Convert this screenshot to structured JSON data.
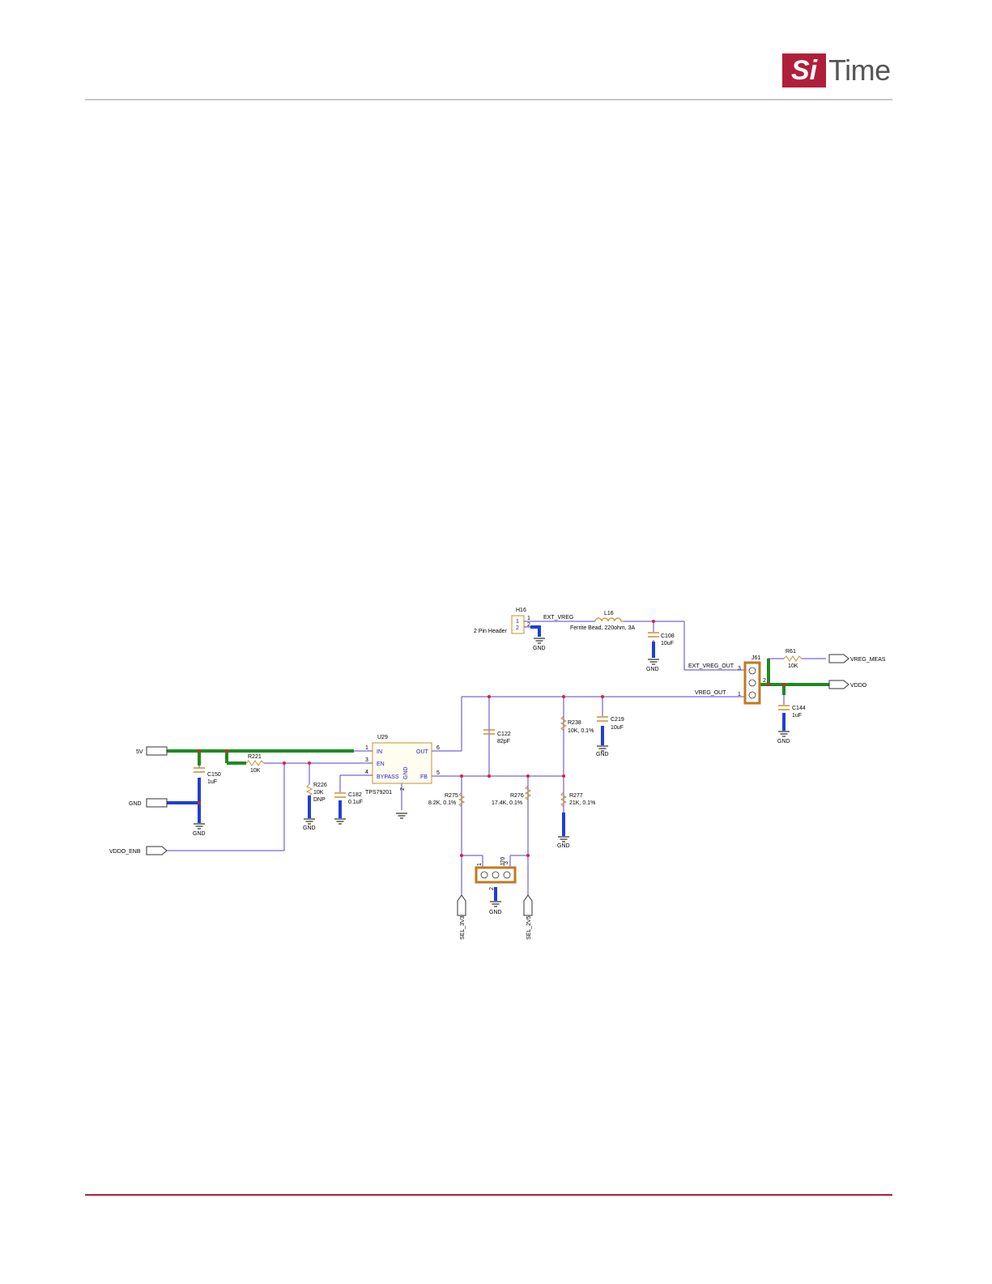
{
  "header": {
    "logo_prefix": "Si",
    "logo_suffix": "Time"
  },
  "schematic": {
    "ports": {
      "p5v": "5V",
      "gnd": "GND",
      "vddo_enb": "VDDO_ENB",
      "vreg_meas": "VREG_MEAS",
      "vddo": "VDDO",
      "sel_3v3": "SEL_3V3",
      "sel_2v5": "SEL_2V5"
    },
    "nets": {
      "ext_vreg": "EXT_VREG",
      "ext_vreg_out": "EXT_VREG_OUT",
      "vreg_out": "VREG_OUT"
    },
    "header_h16": {
      "ref": "H16",
      "value": "2 Pin Header",
      "pin1": "1",
      "pin2": "2",
      "pin_a": "1",
      "pin_b": "2"
    },
    "l16": {
      "ref": "L16",
      "value": "Ferrite Bead, 220ohm, 3A"
    },
    "c108": {
      "ref": "C108",
      "value": "10uF"
    },
    "r61": {
      "ref": "R61",
      "value": "10K"
    },
    "j61": {
      "ref": "J61",
      "pin3": "3",
      "pin2": "2",
      "pin1": "1"
    },
    "c144": {
      "ref": "C144",
      "value": "1uF"
    },
    "u29": {
      "ref": "U29",
      "part": "TPS79201",
      "pin_in": "IN",
      "pin_en": "EN",
      "pin_bypass": "BYPASS",
      "pin_out": "OUT",
      "pin_fb": "FB",
      "pin_gnd": "GND",
      "num_1": "1",
      "num_3": "3",
      "num_4": "4",
      "num_6": "6",
      "num_5": "5",
      "num_2": "2"
    },
    "r221": {
      "ref": "R221",
      "value": "10K"
    },
    "c150": {
      "ref": "C150",
      "value": "1uF"
    },
    "r226": {
      "ref": "R226",
      "value": "10K",
      "note": "DNP"
    },
    "c182": {
      "ref": "C182",
      "value": "0.1uF"
    },
    "c122": {
      "ref": "C122",
      "value": "82pF"
    },
    "r238": {
      "ref": "R238",
      "value": "10K, 0.1%"
    },
    "c219": {
      "ref": "C219",
      "value": "10uF"
    },
    "r275": {
      "ref": "R275",
      "value": "8.2K, 0.1%"
    },
    "r276": {
      "ref": "R276",
      "value": "17.4K, 0.1%"
    },
    "r277": {
      "ref": "R277",
      "value": "21K, 0.1%"
    },
    "j70": {
      "ref": "J70",
      "pin1": "1",
      "pin2": "2",
      "pin3": "3"
    },
    "gnd_label": "GND"
  },
  "colors": {
    "wire": "#5a3fd6",
    "power": "#1f8a1f",
    "ground": "#1f3fd6",
    "junction": "#e0202a",
    "component": "#c8902e",
    "connector": "#c07a20",
    "brand": "#b01f3a"
  }
}
